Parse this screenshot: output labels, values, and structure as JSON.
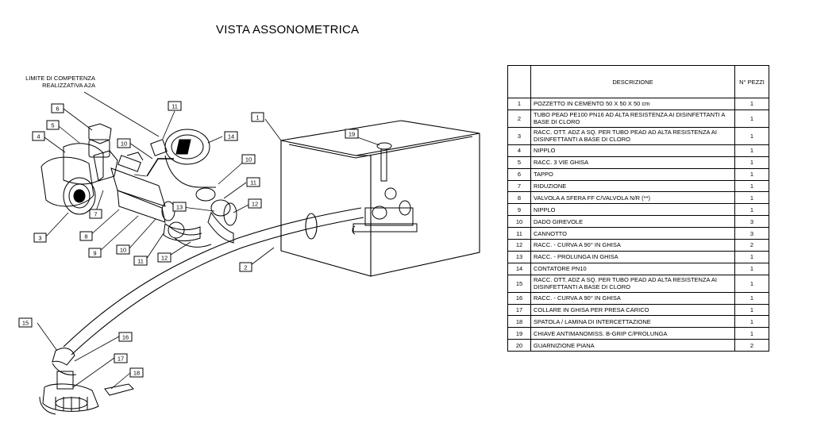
{
  "title": "VISTA ASSONOMETRICA",
  "limit_label": [
    "LIMITE DI COMPETENZA",
    "REALIZZATIVA A2A"
  ],
  "table": {
    "headers": [
      "",
      "DESCRIZIONE",
      "N° PEZZI"
    ],
    "rows": [
      {
        "n": "1",
        "desc": "POZZETTO IN CEMENTO 50 X 50 X 50 cm",
        "qty": "1"
      },
      {
        "n": "2",
        "desc": "TUBO PEAD PE100 PN16 AD ALTA RESISTENZA AI DISINFETTANTI A BASE DI CLORO",
        "qty": "1"
      },
      {
        "n": "3",
        "desc": "RACC. OTT. ADZ A SQ. PER TUBO PEAD AD ALTA RESISTENZA AI DISINFETTANTI A BASE DI CLORO",
        "qty": "1"
      },
      {
        "n": "4",
        "desc": "NIPPLO",
        "qty": "1"
      },
      {
        "n": "5",
        "desc": "RACC. 3 VIE GHISA",
        "qty": "1"
      },
      {
        "n": "6",
        "desc": "TAPPO",
        "qty": "1"
      },
      {
        "n": "7",
        "desc": "RIDUZIONE",
        "qty": "1"
      },
      {
        "n": "8",
        "desc": "VALVOLA A SFERA FF C/VALVOLA N/R (**)",
        "qty": "1"
      },
      {
        "n": "9",
        "desc": "NIPPLO",
        "qty": "1"
      },
      {
        "n": "10",
        "desc": "DADO GIREVOLE",
        "qty": "3"
      },
      {
        "n": "11",
        "desc": "CANNOTTO",
        "qty": "3"
      },
      {
        "n": "12",
        "desc": "RACC. - CURVA A 90° IN GHISA",
        "qty": "2"
      },
      {
        "n": "13",
        "desc": "RACC. - PROLUNGA IN GHISA",
        "qty": "1"
      },
      {
        "n": "14",
        "desc": "CONTATORE PN10",
        "qty": "1"
      },
      {
        "n": "15",
        "desc": "RACC. OTT. ADZ A SQ. PER TUBO PEAD AD ALTA RESISTENZA AI DISINFETTANTI A BASE DI CLORO",
        "qty": "1"
      },
      {
        "n": "16",
        "desc": "RACC. - CURVA A 90° IN GHISA",
        "qty": "1"
      },
      {
        "n": "17",
        "desc": "COLLARE IN GHISA PER PRESA CARICO",
        "qty": "1"
      },
      {
        "n": "18",
        "desc": "SPATOLA / LAMINA DI INTERCETTAZIONE",
        "qty": "1"
      },
      {
        "n": "19",
        "desc": "CHIAVE ANTIMANOMISS. B-GRIP C/PROLUNGA",
        "qty": "1"
      },
      {
        "n": "20",
        "desc": "GUARNIZIONE PIANA",
        "qty": "2"
      }
    ]
  },
  "callouts": [
    "1",
    "2",
    "3",
    "4",
    "5",
    "6",
    "7",
    "8",
    "9",
    "10",
    "11",
    "12",
    "13",
    "14",
    "15",
    "16",
    "17",
    "18",
    "19"
  ]
}
